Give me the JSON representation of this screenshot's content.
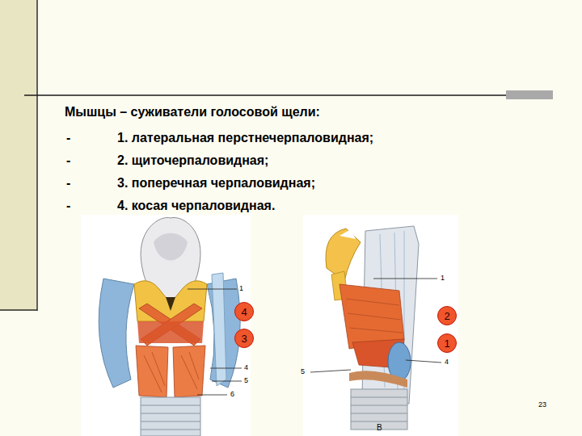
{
  "diagram": {
    "title": "Мышцы – суживатели голосовой щели:",
    "nodes": [
      {
        "text": [
          "4"
        ]
      },
      {
        "text": [
          "3"
        ]
      },
      {
        "text": [
          "2"
        ]
      },
      {
        "text": [
          "1"
        ]
      }
    ],
    "labels": [
      "-",
      "1. латеральная перстнечерпаловидная;",
      "-",
      "2. щиточерпаловидная;",
      "-",
      "3. поперечная черпаловидная;",
      "-",
      "4. косая черпаловидная.",
      "1",
      "4",
      "5",
      "6",
      "1",
      "5",
      "4",
      "В",
      "23"
    ]
  }
}
